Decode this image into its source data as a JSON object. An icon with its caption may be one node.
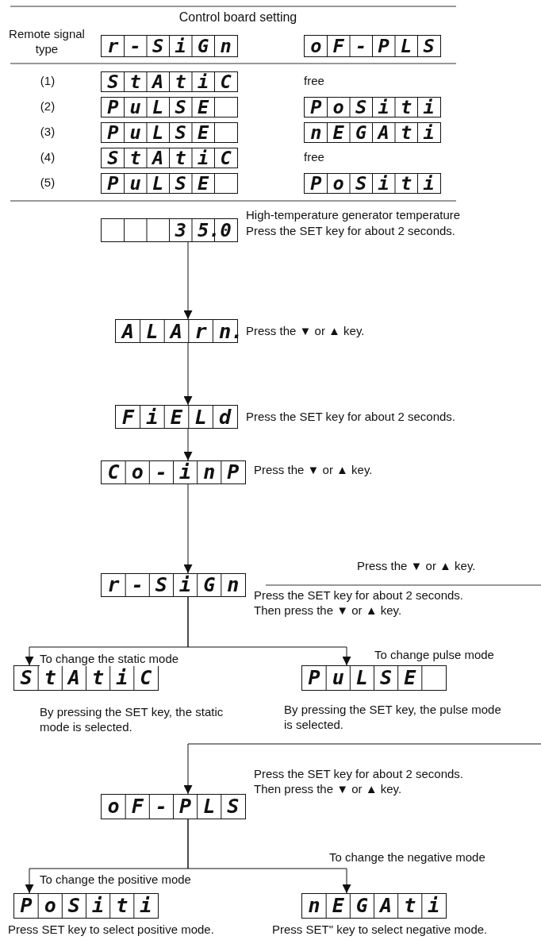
{
  "diagram": {
    "nodes": [
      {
        "text": [
          "r - S i G n"
        ]
      },
      {
        "text": [
          "o F - P L S"
        ]
      },
      {
        "text": [
          "S t A t i C"
        ]
      },
      {
        "text": [
          "P u L S E"
        ]
      },
      {
        "text": [
          "P o S i t i"
        ]
      },
      {
        "text": [
          "P u L S E"
        ]
      },
      {
        "text": [
          "n E G A t i"
        ]
      },
      {
        "text": [
          "S t A t i C"
        ]
      },
      {
        "text": [
          "P u L S E"
        ]
      },
      {
        "text": [
          "P o S i t i"
        ]
      },
      {
        "text": [
          "3 5.0"
        ],
        "beside": [
          "High-temperature generator temperature",
          "Press the SET key for about 2 seconds."
        ]
      },
      {
        "text": [
          "A L A r n."
        ],
        "beside": [
          "Press the ▼ or ▲ key."
        ]
      },
      {
        "text": [
          "F i E L d"
        ],
        "beside": [
          "Press the SET key for about 2 seconds."
        ]
      },
      {
        "text": [
          "C o - i n P"
        ],
        "beside": [
          "Press the ▼ or ▲ key."
        ]
      },
      {
        "text": [
          "r - S i G n"
        ],
        "beside": [
          "Press the ▼ or ▲ key.",
          "Press the SET key for about 2 seconds. Then press the ▼ or ▲ key."
        ]
      },
      {
        "text": [
          "S t A t i C"
        ],
        "beside": [
          "By pressing the SET key, the static mode is selected."
        ]
      },
      {
        "text": [
          "P u L S E"
        ],
        "beside": [
          "By pressing the SET key, the pulse mode is selected."
        ]
      },
      {
        "text": [
          "o F - P L S"
        ],
        "beside": [
          "Press the SET key for about 2 seconds. Then press the ▼ or ▲ key."
        ]
      },
      {
        "text": [
          "P o S i t i"
        ],
        "beside": [
          "Press SET key to select positive mode."
        ]
      },
      {
        "text": [
          "n E G A t i"
        ],
        "beside": [
          "Press SET\" key to select negative mode."
        ]
      }
    ],
    "edges": [
      {
        "from": 10,
        "to": 11,
        "arrow": "to"
      },
      {
        "from": 11,
        "to": 12,
        "arrow": "to"
      },
      {
        "from": 12,
        "to": 13,
        "arrow": "to"
      },
      {
        "from": 13,
        "to": 14,
        "arrow": "to"
      },
      {
        "from": 14,
        "to": 15,
        "arrow": "to",
        "label": "To change the static mode"
      },
      {
        "from": 14,
        "to": 16,
        "arrow": "to",
        "label": "To change pulse mode"
      },
      {
        "from": null,
        "to": 17,
        "arrow": "to"
      },
      {
        "from": 17,
        "to": 18,
        "arrow": "to",
        "label": "To change the positive mode"
      },
      {
        "from": 17,
        "to": 19,
        "arrow": "to",
        "label": "To change the negative mode"
      }
    ],
    "labels": [
      "Control board setting",
      "Remote signal type",
      "(1)",
      "free",
      "(2)",
      "(3)",
      "(4)",
      "free",
      "(5)"
    ]
  }
}
